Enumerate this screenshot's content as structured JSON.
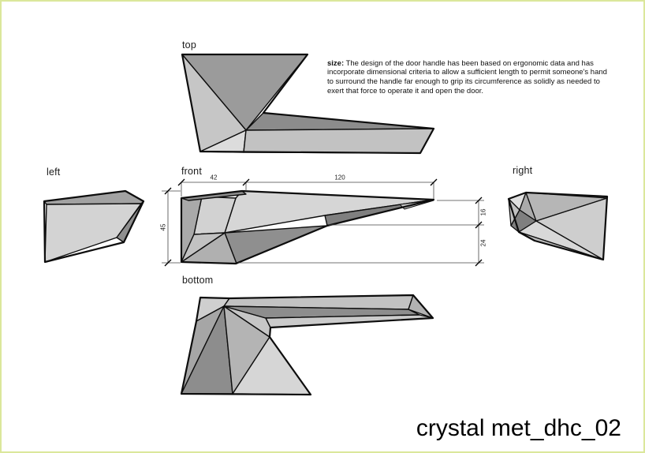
{
  "views": {
    "top": {
      "label": "top"
    },
    "left": {
      "label": "left"
    },
    "front": {
      "label": "front"
    },
    "right": {
      "label": "right"
    },
    "bottom": {
      "label": "bottom"
    }
  },
  "description": {
    "lead": "size:",
    "body": "The design of the door handle has been based on ergonomic data and has incorporate dimensional criteria to allow a sufficient length to permit someone's hand to surround the handle far enough to grip its circumference as solidly as needed to exert that force to operate it and open the door."
  },
  "dimensions": {
    "front_top_left": "42",
    "front_top_right": "120",
    "left_height": "45",
    "right_upper": "16",
    "right_lower": "24"
  },
  "footer": {
    "title": "crystal met_dhc_02"
  },
  "colors": {
    "frame": "#dbe79b",
    "face_darkest": "#7f7f7f",
    "face_dark": "#8d8d8d",
    "face_mid": "#b2b2b2",
    "face_light": "#d4d4d4",
    "face_pale": "#e0e0e0",
    "outline": "#000000",
    "dimension_line": "#444444"
  }
}
